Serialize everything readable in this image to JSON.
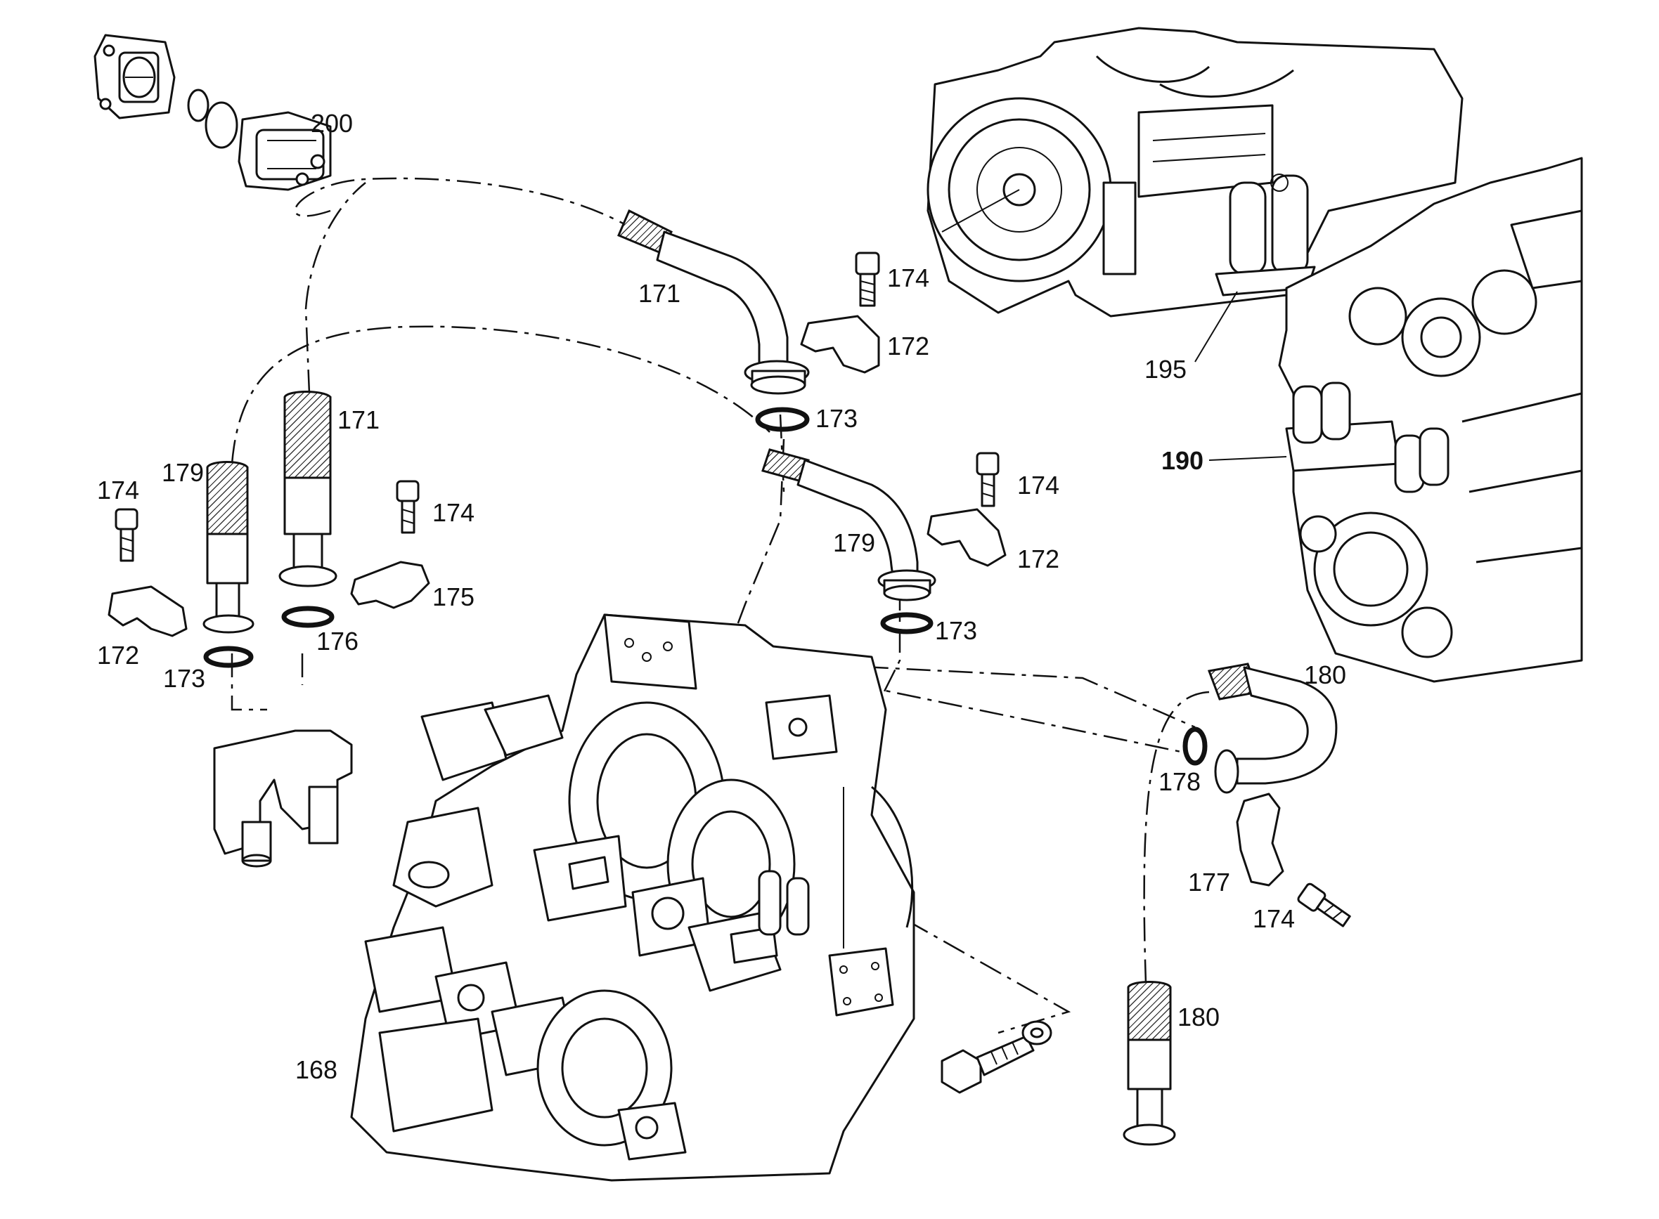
{
  "callouts": {
    "c200": "200",
    "c171_top": "171",
    "c174_a": "174",
    "c172_a": "172",
    "c195": "195",
    "c173_a": "173",
    "c171_left": "171",
    "c179_left": "179",
    "c174_b": "174",
    "c174_c": "174",
    "c190": "190",
    "c174_d": "174",
    "c179_mid": "179",
    "c172_b": "172",
    "c175": "175",
    "c176": "176",
    "c172_c": "172",
    "c173_b": "173",
    "c173_c": "173",
    "c180_top": "180",
    "c178": "178",
    "c177": "177",
    "c174_e": "174",
    "c180_bottom": "180",
    "c168": "168"
  },
  "icons": [
    "pump-flange-icon",
    "engine-flywheel-icon",
    "engine-block-icon",
    "hose-icon",
    "flange-clamp-icon",
    "o-ring-icon",
    "cap-screw-icon",
    "valve-block-icon",
    "transmission-housing-icon",
    "hex-bolt-icon",
    "washer-icon"
  ],
  "colors": {
    "ink": "#111111",
    "paper": "#ffffff"
  }
}
